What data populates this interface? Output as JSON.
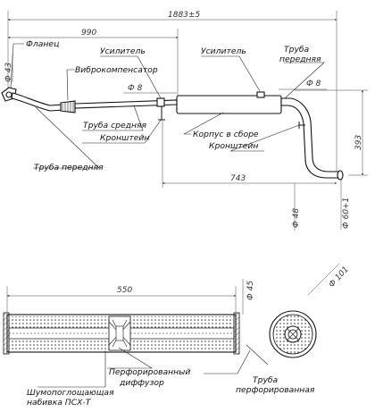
{
  "dimensions": {
    "overall_length": "1883±5",
    "length_990": "990",
    "length_743": "743",
    "height_393": "393",
    "diameter_43": "Ф 43",
    "diameter_8_left": "Ф 8",
    "diameter_8_right": "Ф 8",
    "diameter_48": "Ф 48",
    "diameter_60": "Ф 60+1",
    "muffler_length": "550",
    "muffler_dia_45": "Ф 45",
    "muffler_dia_101": "Ф 101"
  },
  "labels": {
    "flange": "Фланец",
    "reinforcement_left": "Усилитель",
    "vibro_compensator": "Виброкомпенсатор",
    "reinforcement_right": "Усилитель",
    "front_pipe_right": "Труба",
    "front_pipe_right_2": "передняя",
    "middle_pipe": "Труба средняя",
    "bracket_left": "Кронштейн",
    "housing_assembly": "Корпус в сборе",
    "bracket_right": "Кронштейн",
    "front_pipe_left": "Труба передняя",
    "sound_absorbing_1": "Шумопоглощающая",
    "sound_absorbing_2": "набивка ПСХ-Т",
    "perforated_diffuser_1": "Перфорированный",
    "perforated_diffuser_2": "диффузор",
    "perforated_pipe_1": "Труба",
    "perforated_pipe_2": "перфорированная"
  },
  "colors": {
    "line": "#111111",
    "background": "#ffffff",
    "hatch": "#555555"
  }
}
